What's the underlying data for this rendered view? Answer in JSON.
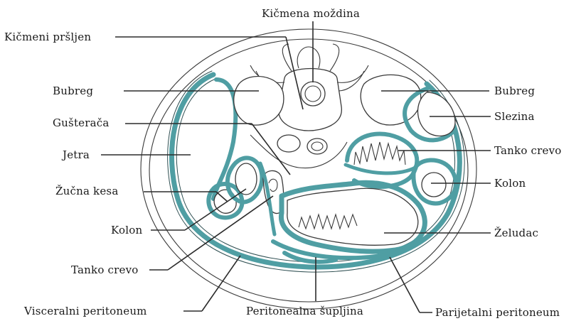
{
  "labels": {
    "spinal_cord": "Kičmena moždina",
    "vertebra": "Kičmeni pršljen",
    "kidney_left": "Bubreg",
    "kidney_right": "Bubreg",
    "pancreas": "Gušterača",
    "spleen": "Slezina",
    "liver": "Jetra",
    "small_intestine_right": "Tanko crevo",
    "gallbladder": "Žučna kesa",
    "colon_right": "Kolon",
    "colon_left": "Kolon",
    "stomach": "Želudac",
    "small_intestine_left": "Tanko crevo",
    "visceral_peritoneum": "Visceralni peritoneum",
    "peritoneal_cavity": "Peritonealna šupljina",
    "parietal_peritoneum": "Parijetalni peritoneum"
  },
  "colors": {
    "peritoneum": "#4f9ea3",
    "outline": "#3a3a3a",
    "leader_line": "#2b2b2b"
  }
}
